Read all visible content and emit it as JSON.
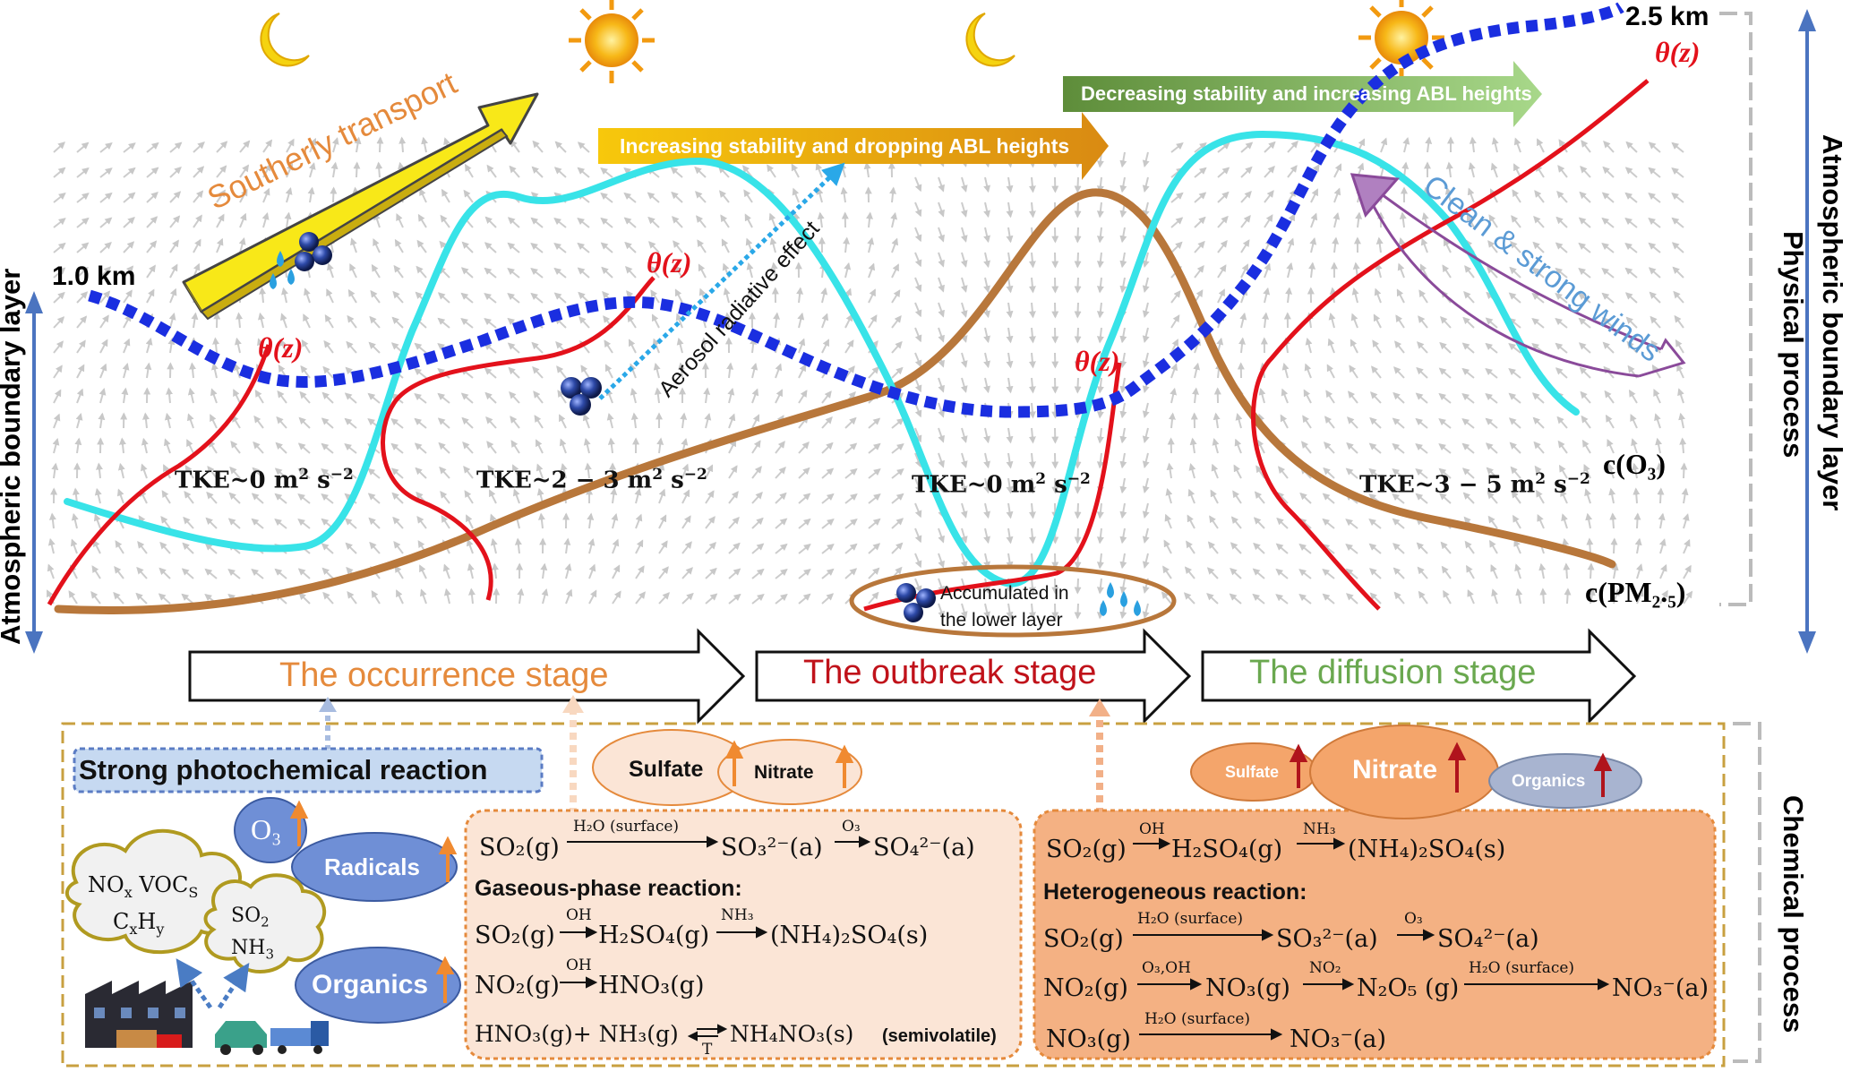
{
  "labels": {
    "top_height": "2.5 km",
    "left_height": "1.0 km",
    "theta": "θ(z)",
    "southerly": "Southerly transport",
    "aerosol": "Aerosol radiative effect",
    "clean_winds": "Clean & strong winds",
    "increasing_stability": "Increasing stability and dropping ABL heights",
    "decreasing_stability": "Decreasing stability and increasing ABL heights",
    "accumulated_1": "Accumulated in",
    "accumulated_2": "the lower layer",
    "c_o3": "c(O₃)",
    "c_pm": "c(PM₂.₅)",
    "tke1": "TKE~0 m",
    "tke2": "TKE~2 − 3 m",
    "tke3": "TKE~0 m",
    "tke4": "TKE~3 − 5 m",
    "tke_unit": "s",
    "tke_exp_sq": "2",
    "tke_exp_neg": "−2",
    "left_axis": "Atmospheric boundary layer",
    "right_axis_1": "Atmospheric boundary layer",
    "right_axis_2": "Physical process",
    "chemical_process": "Chemical process"
  },
  "stages": {
    "occurrence": "The occurrence stage",
    "outbreak": "The outbreak stage",
    "diffusion": "The diffusion stage"
  },
  "colors": {
    "occurrence": "#e58a3c",
    "outbreak": "#c0121a",
    "diffusion": "#6aa84f",
    "abl_line": "#1a2ee0",
    "theta_line": "#e3111b",
    "o3_line": "#38e3e8",
    "pm_line": "#b8773b"
  },
  "chem": {
    "strong_photochem": "Strong photochemical reaction",
    "o3": "O₃",
    "radicals": "Radicals",
    "organics": "Organics",
    "nox": "NO",
    "nox_sub": "x",
    "vocs": "VOC",
    "vocs_sub": "S",
    "cxhy": "C",
    "cxhy_sub1": "x",
    "cxhy_h": "H",
    "cxhy_sub2": "y",
    "so2": "SO",
    "so2_sub": "2",
    "nh3": "NH",
    "nh3_sub": "3",
    "sulfate": "Sulfate",
    "nitrate": "Nitrate",
    "sulfate_small": "Sulfate",
    "nitrate_big": "Nitrate",
    "organics_small": "Organics",
    "gaseous_phase": "Gaseous-phase reaction:",
    "heterogeneous": "Heterogeneous reaction:",
    "h2o_surface": "H₂O (surface)",
    "oh": "OH",
    "nh3_label": "NH₃",
    "o3_label": "O₃",
    "o3oh": "O₃,OH",
    "no2_label": "NO₂",
    "t_label": "T",
    "semivolatile": "(semivolatile)"
  },
  "equations": {
    "left_1a": "SO₂(g)",
    "left_1b": "SO₃²⁻(a)",
    "left_1c": "SO₄²⁻(a)",
    "left_2a": "SO₂(g)",
    "left_2b": "H₂SO₄(g)",
    "left_2c": "(NH₄)₂SO₄(s)",
    "left_3a": "NO₂(g)",
    "left_3b": "HNO₃(g)",
    "left_4a": "HNO₃(g)+ NH₃(g)",
    "left_4b": "NH₄NO₃(s)",
    "right_1a": "SO₂(g)",
    "right_1b": "H₂SO₄(g)",
    "right_1c": "(NH₄)₂SO₄(s)",
    "right_2a": "SO₂(g)",
    "right_2b": "SO₃²⁻(a)",
    "right_2c": "SO₄²⁻(a)",
    "right_3a": "NO₂(g)",
    "right_3b": "NO₃(g)",
    "right_3c": "N₂O₅ (g)",
    "right_3d": "NO₃⁻(a)",
    "right_4a": "NO₃(g)",
    "right_4b": "NO₃⁻(a)"
  }
}
